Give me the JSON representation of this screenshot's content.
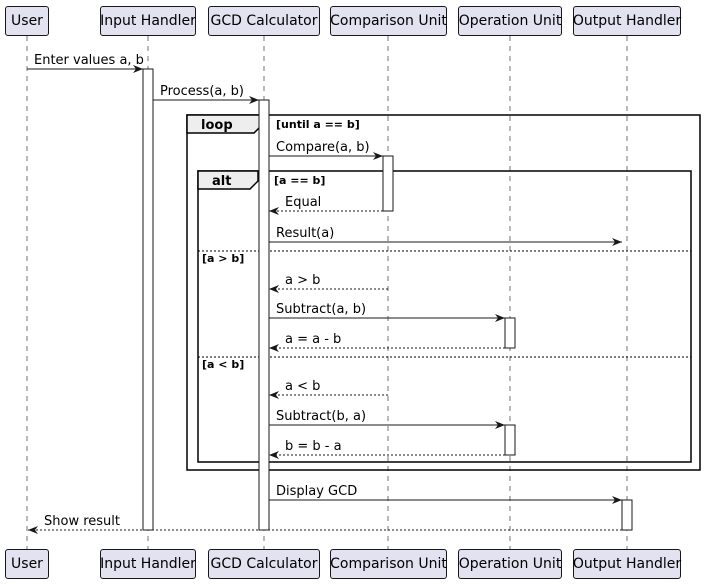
{
  "participants": [
    {
      "id": "user",
      "label": "User"
    },
    {
      "id": "input",
      "label": "Input Handler"
    },
    {
      "id": "gcd",
      "label": "GCD Calculator"
    },
    {
      "id": "cmp",
      "label": "Comparison Unit"
    },
    {
      "id": "op",
      "label": "Operation Unit"
    },
    {
      "id": "out",
      "label": "Output Handler"
    }
  ],
  "frames": [
    {
      "kind": "loop",
      "title": "loop",
      "condition": "[until a == b]"
    },
    {
      "kind": "alt",
      "title": "alt",
      "condition": "[a == b]",
      "else_conditions": [
        "[a > b]",
        "[a < b]"
      ]
    }
  ],
  "messages": [
    {
      "from": "user",
      "to": "input",
      "label": "Enter values a, b",
      "reply": false
    },
    {
      "from": "input",
      "to": "gcd",
      "label": "Process(a, b)",
      "reply": false
    },
    {
      "from": "gcd",
      "to": "cmp",
      "label": "Compare(a, b)",
      "reply": false
    },
    {
      "from": "cmp",
      "to": "gcd",
      "label": "Equal",
      "reply": true
    },
    {
      "from": "gcd",
      "to": "out",
      "label": "Result(a)",
      "reply": false
    },
    {
      "from": "cmp",
      "to": "gcd",
      "label": "a > b",
      "reply": true
    },
    {
      "from": "gcd",
      "to": "op",
      "label": "Subtract(a, b)",
      "reply": false
    },
    {
      "from": "op",
      "to": "gcd",
      "label": "a = a - b",
      "reply": true
    },
    {
      "from": "cmp",
      "to": "gcd",
      "label": "a < b",
      "reply": true
    },
    {
      "from": "gcd",
      "to": "op",
      "label": "Subtract(b, a)",
      "reply": false
    },
    {
      "from": "op",
      "to": "gcd",
      "label": "b = b - a",
      "reply": true
    },
    {
      "from": "gcd",
      "to": "out",
      "label": "Display GCD",
      "reply": false
    },
    {
      "from": "out",
      "to": "user",
      "label": "Show result",
      "reply": true
    }
  ],
  "colors": {
    "participant_fill": "#E2E2F0",
    "line": "#181818",
    "frame_tab": "#EEEEEE"
  }
}
